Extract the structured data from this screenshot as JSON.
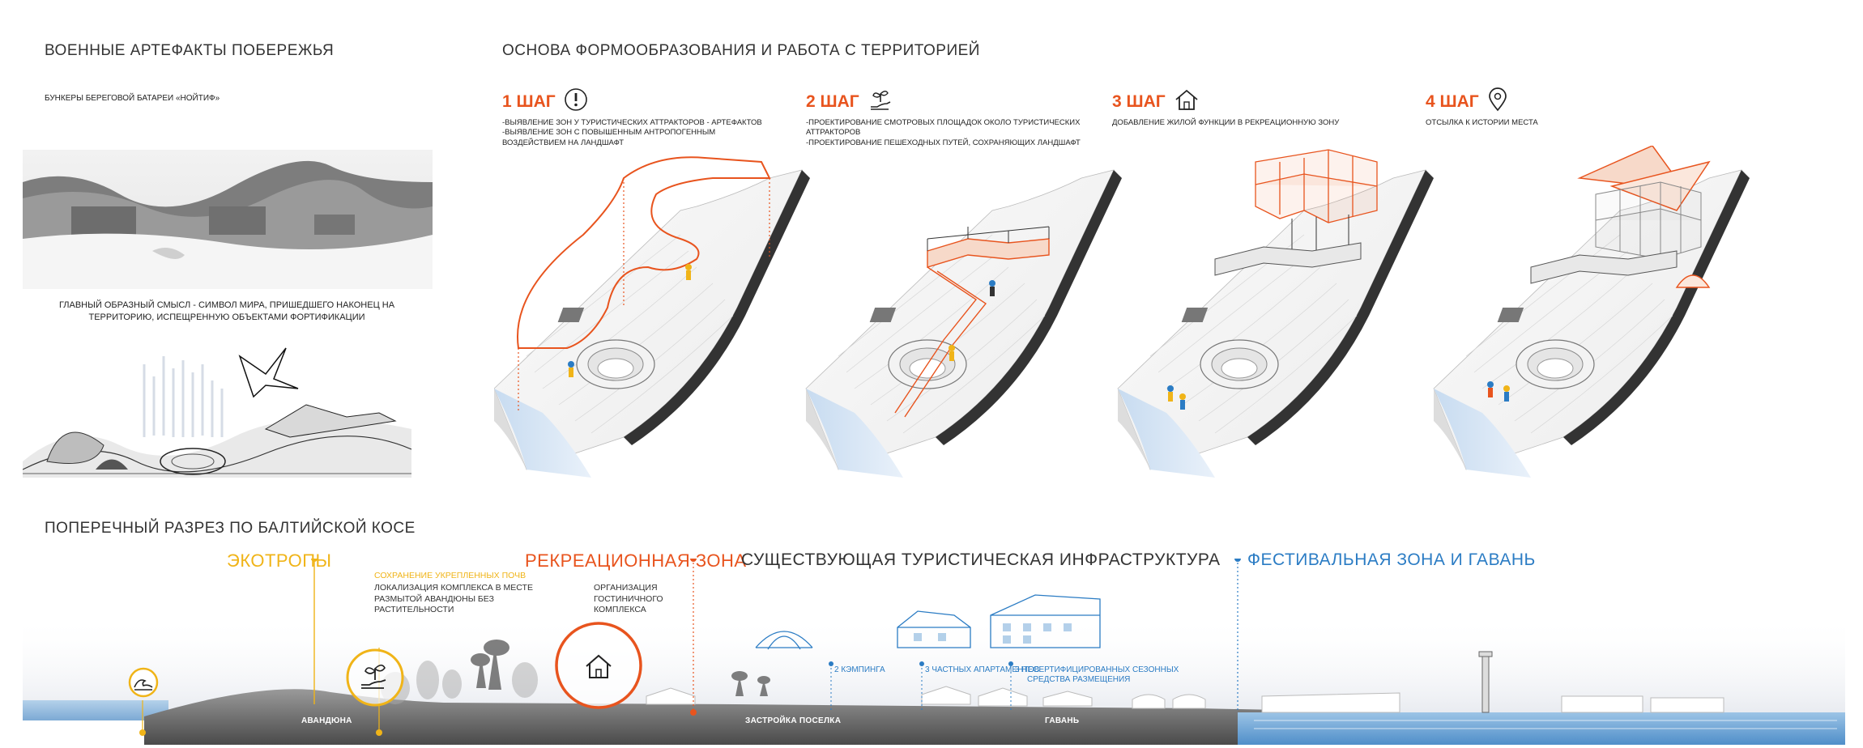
{
  "left": {
    "heading": "ВОЕННЫЕ АРТЕФАКТЫ ПОБЕРЕЖЬЯ",
    "subheading": "БУНКЕРЫ БЕРЕГОВОЙ БАТАРЕИ «НОЙТИФ»",
    "caption": "ГЛАВНЫЙ ОБРАЗНЫЙ СМЫСЛ - СИМВОЛ МИРА, ПРИШЕДШЕГО НАКОНЕЦ НА ТЕРРИТОРИЮ, ИСПЕЩРЕННУЮ ОБЪЕКТАМИ ФОРТИФИКАЦИИ"
  },
  "center": {
    "heading": "ОСНОВА ФОРМООБРАЗОВАНИЯ И РАБОТА С ТЕРРИТОРИЕЙ"
  },
  "steps": [
    {
      "label": "1 ШАГ",
      "icon": "exclamation-icon",
      "lines": [
        "-ВЫЯВЛЕНИЕ ЗОН У ТУРИСТИЧЕСКИХ АТТРАКТОРОВ - АРТЕФАКТОВ",
        "-ВЫЯВЛЕНИЕ ЗОН С ПОВЫШЕННЫМ АНТРОПОГЕННЫМ",
        "ВОЗДЕЙСТВИЕМ НА ЛАНДШАФТ"
      ]
    },
    {
      "label": "2 ШАГ",
      "icon": "hand-plant-icon",
      "lines": [
        "-ПРОЕКТИРОВАНИЕ СМОТРОВЫХ ПЛОЩАДОК ОКОЛО ТУРИСТИЧЕСКИХ",
        "АТТРАКТОРОВ",
        "-ПРОЕКТИРОВАНИЕ ПЕШЕХОДНЫХ ПУТЕЙ, СОХРАНЯЮЩИХ ЛАНДШАФТ"
      ]
    },
    {
      "label": "3 ШАГ",
      "icon": "house-icon",
      "lines": [
        "ДОБАВЛЕНИЕ ЖИЛОЙ ФУНКЦИИ В РЕКРЕАЦИОННУЮ ЗОНУ"
      ]
    },
    {
      "label": "4 ШАГ",
      "icon": "location-pin-icon",
      "lines": [
        "ОТСЫЛКА К ИСТОРИИ МЕСТА"
      ]
    }
  ],
  "section": {
    "heading": "ПОПЕРЕЧНЫЙ  РАЗРЕЗ ПО БАЛТИЙСКОЙ КОСЕ",
    "ecotropes": "ЭКОТРОПЫ",
    "recreation": "РЕКРЕАЦИОННАЯ ЗОНА",
    "existing": "СУЩЕСТВУЮЩАЯ ТУРИСТИЧЕСКАЯ ИНФРАСТРУКТУРА",
    "festival": "ФЕСТИВАЛЬНАЯ ЗОНА И ГАВАНЬ",
    "soil_title": "СОХРАНЕНИЕ УКРЕПЛЕННЫХ ПОЧВ",
    "soil_lines": [
      "ЛОКАЛИЗАЦИЯ КОМПЛЕКСА В МЕСТЕ",
      "РАЗМЫТОЙ АВАНДЮНЫ БЕЗ",
      "РАСТИТЕЛЬНОСТИ"
    ],
    "hotel_lines": [
      "ОРГАНИЗАЦИЯ",
      "ГОСТИНИЧНОГО",
      "КОМПЛЕКСА"
    ],
    "camping": "2 КЭМПИНГА",
    "apartments": "3 ЧАСТНЫХ АПАРТАМЕНТОВ",
    "uncertified_1": "3 НЕСЕРТИФИЦИРОВАННЫХ СЕЗОННЫХ",
    "uncertified_2": "СРЕДСТВА РАЗМЕЩЕНИЯ",
    "ground_avandune": "АВАНДЮНА",
    "ground_village": "ЗАСТРОЙКА ПОСЕЛКА",
    "ground_harbor": "ГАВАНЬ"
  },
  "colors": {
    "accent_orange": "#e8541e",
    "accent_yellow": "#f0b418",
    "accent_blue": "#2b7cc4",
    "water": "#7fb2dd"
  }
}
